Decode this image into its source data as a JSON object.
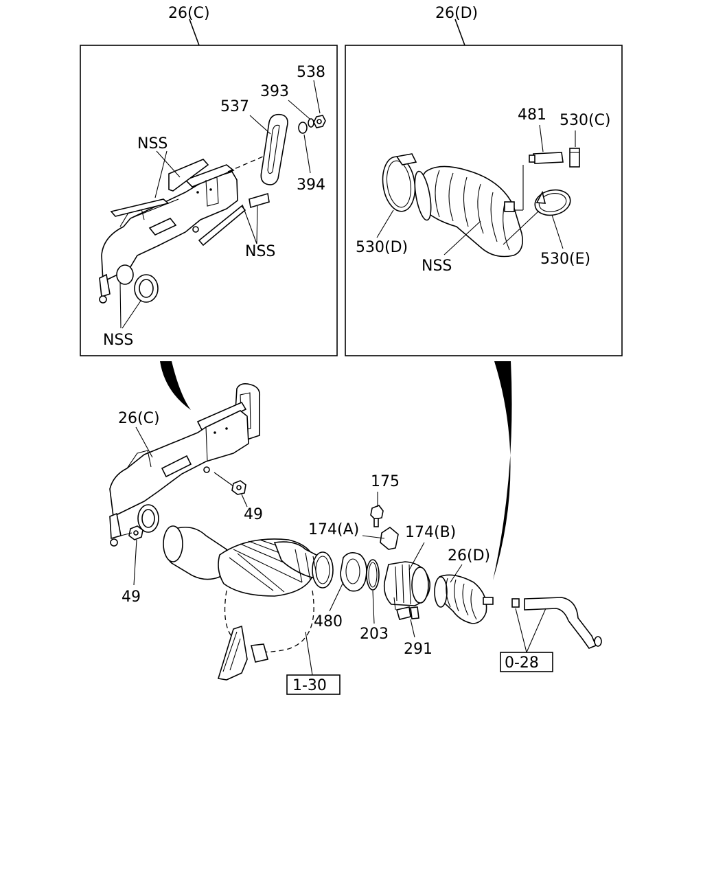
{
  "labels": {
    "top_left_title": "26(C)",
    "top_right_title": "26(D)",
    "p538": "538",
    "p393": "393",
    "p537": "537",
    "p394": "394",
    "nss_a": "NSS",
    "nss_b": "NSS",
    "nss_c": "NSS",
    "p481": "481",
    "p530c": "530(C)",
    "p530d": "530(D)",
    "nss_d": "NSS",
    "p530e": "530(E)",
    "main_26c": "26(C)",
    "p49_a": "49",
    "p49_b": "49",
    "p175": "175",
    "p174a": "174(A)",
    "p174b": "174(B)",
    "main_26d": "26(D)",
    "p480": "480",
    "p203": "203",
    "p291": "291",
    "box_130": "1-30",
    "box_028": "0-28"
  }
}
